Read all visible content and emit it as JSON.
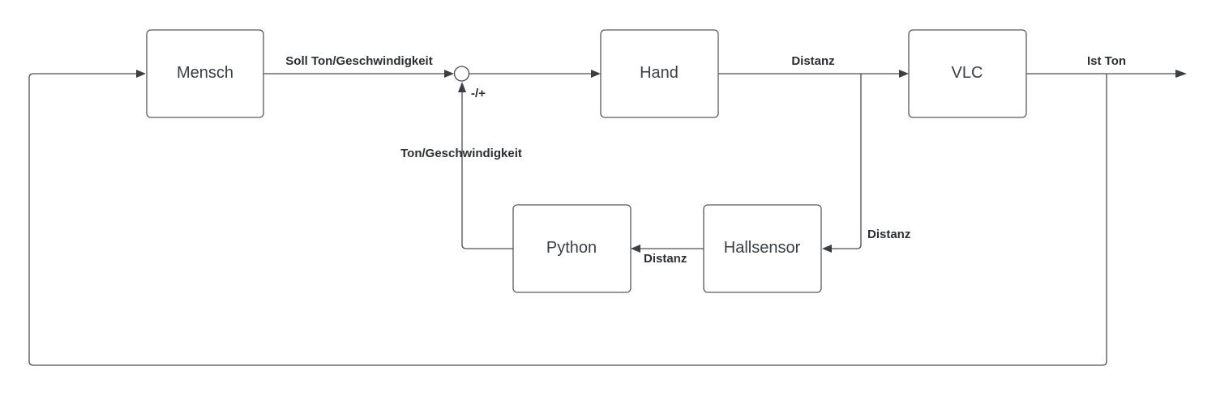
{
  "diagram": {
    "type": "control-loop-block-diagram",
    "blocks": {
      "mensch": "Mensch",
      "hand": "Hand",
      "vlc": "VLC",
      "python": "Python",
      "hallsensor": "Hallsensor"
    },
    "summing_junction": {
      "sign_label": "-/+"
    },
    "edges": {
      "mensch_to_sum": "Soll Ton/Geschwindigkeit",
      "hand_to_vlc": "Distanz",
      "vlc_output": "Ist Ton",
      "branch_to_hallsensor": "Distanz",
      "hallsensor_to_python": "Distanz",
      "python_to_sum": "Ton/Geschwindigkeit"
    },
    "colors": {
      "line": "#4a4e52",
      "text": "#2b2f33",
      "block_border": "#555a5e"
    }
  }
}
